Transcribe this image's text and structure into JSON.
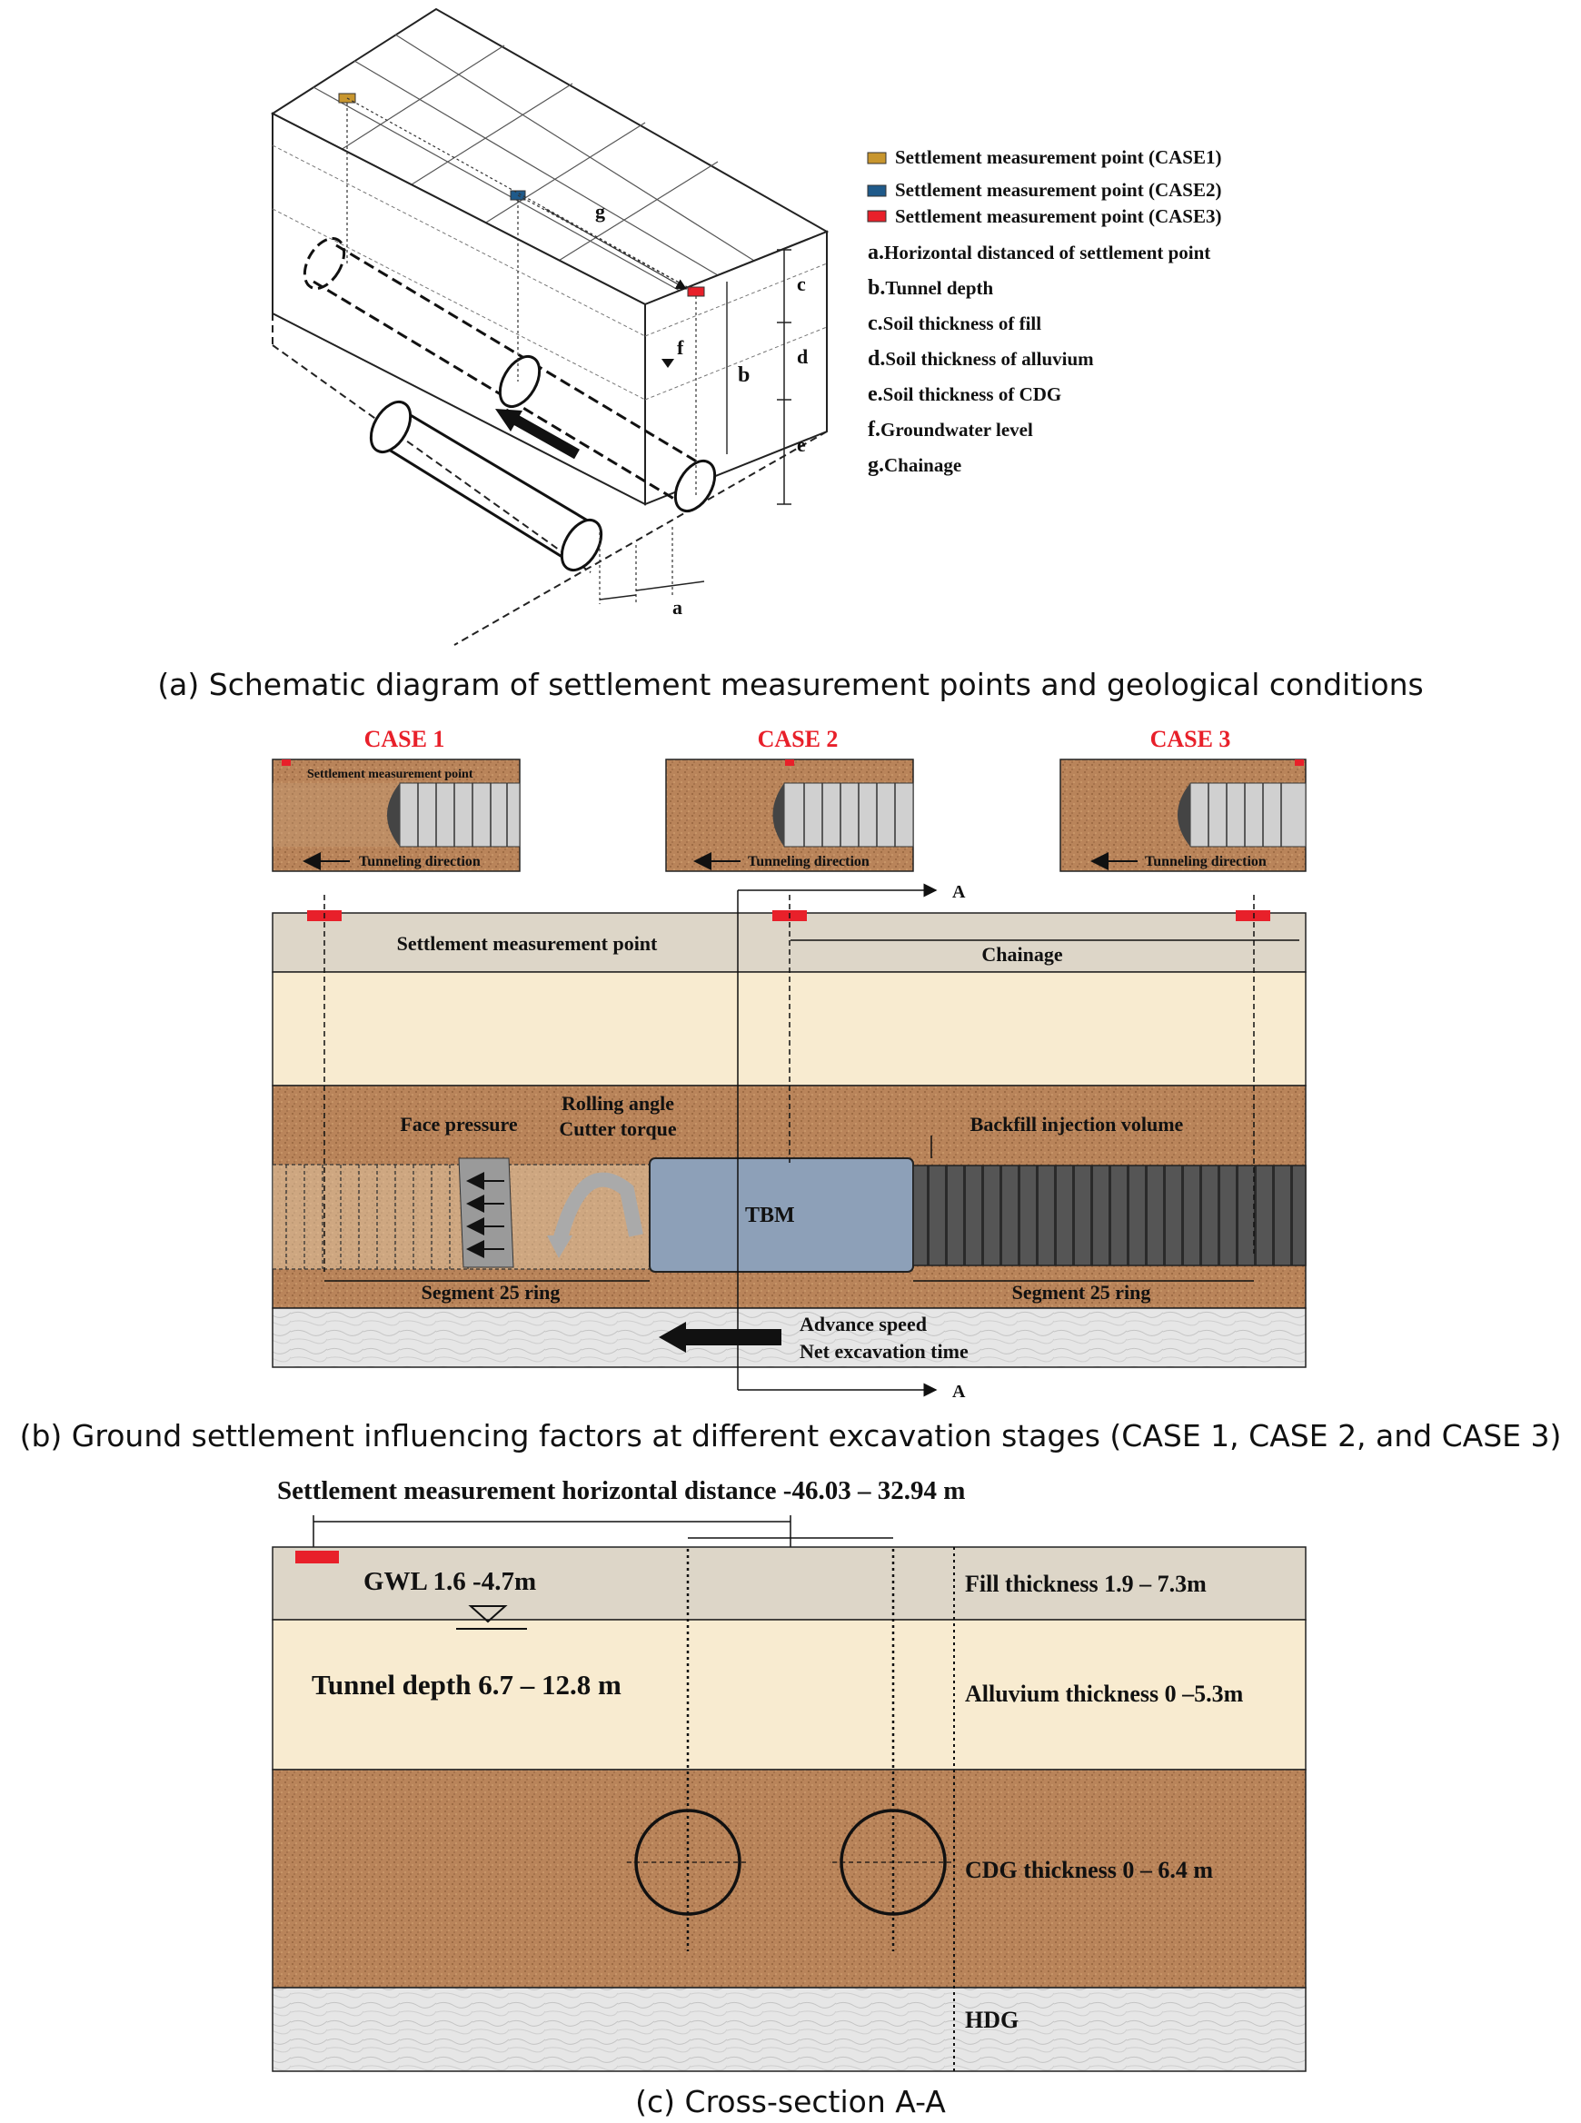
{
  "panel_a": {
    "caption": "(a) Schematic diagram of settlement measurement points and geological conditions",
    "legend_items": [
      {
        "label": "Settlement measurement point (CASE1)",
        "color": "#c8962e"
      },
      {
        "label": "Settlement measurement point (CASE2)",
        "color": "#1f5a8a"
      },
      {
        "label": "Settlement measurement point (CASE3)",
        "color": "#e8202a"
      }
    ],
    "definitions": [
      {
        "key": "a.",
        "text": "Horizontal distanced of settlement point"
      },
      {
        "key": "b.",
        "text": "Tunnel depth"
      },
      {
        "key": "c.",
        "text": "Soil thickness of fill"
      },
      {
        "key": "d.",
        "text": "Soil thickness of alluvium"
      },
      {
        "key": "e.",
        "text": "Soil thickness of CDG"
      },
      {
        "key": "f.",
        "text": "Groundwater level"
      },
      {
        "key": "g.",
        "text": "Chainage"
      }
    ],
    "dim_labels": {
      "a": "a",
      "b": "b",
      "c": "c",
      "d": "d",
      "e": "e",
      "f": "f",
      "g": "g"
    }
  },
  "panel_b": {
    "caption": "(b) Ground settlement influencing factors at different excavation stages (CASE 1, CASE 2, and CASE 3)",
    "cases": [
      "CASE 1",
      "CASE 2",
      "CASE 3"
    ],
    "inset_point_label": "Settlement measurement point",
    "inset_direction_label": "Tunneling direction",
    "settlement_point_label": "Settlement measurement point",
    "chainage_label": "Chainage",
    "face_pressure_label": "Face pressure",
    "rolling_angle_label": "Rolling angle",
    "cutter_torque_label": "Cutter torque",
    "backfill_label": "Backfill injection volume",
    "tbm_label": "TBM",
    "segment_label_left": "Segment 25 ring",
    "segment_label_right": "Segment 25 ring",
    "advance_speed_label": "Advance speed",
    "net_excavation_label": "Net excavation time",
    "section_marker": "A",
    "colors": {
      "fill": "#ddd6c8",
      "alluvium": "#f8ebd0",
      "cdg": "#b9845a",
      "tbm": "#8da0b8",
      "marker": "#e8202a",
      "case_title": "#e8202a"
    }
  },
  "panel_c": {
    "caption": "(c) Cross-section A-A",
    "horizontal_distance_label": "Settlement measurement horizontal distance  -46.03 – 32.94 m",
    "gwl_label": "GWL 1.6 -4.7m",
    "tunnel_depth_label": "Tunnel depth 6.7 – 12.8 m",
    "fill_thickness_label": "Fill thickness   1.9 – 7.3m",
    "alluvium_thickness_label": "Alluvium thickness 0 –5.3m",
    "cdg_thickness_label": "CDG thickness  0 – 6.4 m",
    "hdg_label": "HDG"
  }
}
